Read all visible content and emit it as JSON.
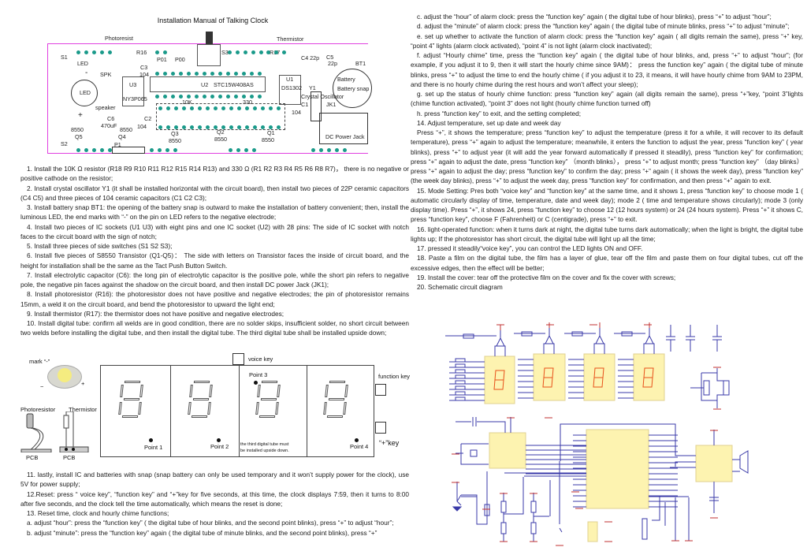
{
  "title": "Installation Manual of Talking Clock",
  "pcb": {
    "labels": {
      "photoresist": "Photoresist",
      "r16": "R16",
      "p01": "P01",
      "p00": "P00",
      "s3": "S3",
      "thermistor": "Thermistor",
      "r17": "R17",
      "c4": "C4 22p",
      "c5": "C5",
      "c5v": "22p",
      "bt1": "BT1",
      "s1": "S1",
      "led_small": "LED",
      "spk": "SPK",
      "c3": "C3",
      "c3v": "104",
      "u2": "U2",
      "u2_chip": "STC15W408AS",
      "u1": "U1",
      "u1_chip": "DS1302",
      "battery": "Battery",
      "battery_snap": "Battery snap",
      "led": "LED",
      "u3": "U3",
      "u3_chip": "NY3P065",
      "speaker": "speaker",
      "crystal": "Crystal Oscillator",
      "y1": "Y1",
      "r10k": "10K",
      "r330": "330",
      "c1": "C1",
      "c1v": "104",
      "jk1": "JK1",
      "c6": "C6",
      "c6v": "470uF",
      "c2": "C2",
      "c2v": "104",
      "q5t": "8550",
      "q5": "Q5",
      "s2": "S2",
      "q4t": "8550",
      "q4": "Q4",
      "q3": "Q3",
      "q3t": "8550",
      "q2": "Q2",
      "q2t": "8550",
      "q1": "Q1",
      "q1t": "8550",
      "dc_jack": "DC Power Jack",
      "p1": "P1",
      "minus": "-",
      "plus": "+"
    }
  },
  "left_steps": [
    "1. Install the 10K Ω resistor (R18 R9 R10 R11 R12 R15 R14 R13) and 330 Ω (R1 R2 R3 R4 R5 R6 R8 R7)， there is no negative or positive cathode on the resistor;",
    "2. Install crystal oscillator Y1 (it shall be installed horizontal with the circuit board), then install two pieces of 22P ceramic capacitors (C4 C5) and three pieces of 104 ceramic capacitors (C1 C2 C3);",
    "3. Install battery snap BT1: the opening of the battery snap is outward to make the installation of battery convenient; then, install the luminous LED, the end marks with “-” on the pin on LED refers to the negative electrode;",
    "4. Install two pieces of IC sockets (U1 U3) with eight pins and one IC socket (U2) with 28 pins: The side of IC socket with notch faces to the circuit board with the sign of notch;",
    "5. Install three pieces of side switches (S1 S2 S3);",
    "6. Install five pieces of S8550 Transistor   (Q1-Q5)： The side with letters on Transistor   faces the inside of circuit board, and the height for installation shall be the same as the Tact Push Button Switch.",
    "7. Install electrolytic capacitor (C6): the long pin of electrolytic capacitor is the positive pole, while the short pin refers to negative pole, the negative pin faces against the shadow on the circuit board, and then install DC power Jack (JK1);",
    "8. Install photoresistor (R16): the photoresistor does not have positive and negative electrodes; the pin of photoresistor remains 15mm, a weld it on the circuit board, and bend the photoresistor to upward the light end;",
    "9. Install thermistor (R17): the thermistor does not have positive and negative electrodes;",
    "10. Install digital   tube: confirm all welds are in good condition, there are no solder skips, insufficient solder, no short circuit between two welds before installing the digital   tube, and then install the digital   tube. The third digital   tube shall be installed upside down;"
  ],
  "diagram": {
    "mark": "mark “-”",
    "led_minus": "−",
    "led_plus": "+",
    "photoresistor": "Photoresistor",
    "thermistor": "Thermistor",
    "pcb1": "PCB",
    "pcb2": "PCB",
    "voice_key": "voice key",
    "function_key": "function key",
    "plus_key": "“+”key",
    "point1": "Point 1",
    "point2": "Point 2",
    "point3": "Point 3",
    "point4": "Point 4",
    "note_line1": "the third digital    tube must",
    "note_line2": "be installed upside down."
  },
  "left_bottom_steps": [
    "11. lastly, install IC and batteries with snap (snap battery can only be used temporary and it won’t supply power for the clock), use 5V for power supply;",
    "12.Reset: press “ voice key”, “function key” and “+”key for five seconds, at this time, the clock displays 7:59, then it turns to 8:00 after five seconds, and the clock tell the time automatically, which means the reset is done;",
    "13. Reset time, clock and hourly chime functions;",
    "a. adjust “hour”: press the “function key” ( the digital   tube of hour blinks, and the second point blinks), press “+” to adjust “hour”;",
    "b. adjust “minute”: press the “function key” again ( the digital   tube of minute blinks, and the second point blinks), press “+”"
  ],
  "right_steps": [
    "c. adjust the “hour” of alarm clock: press the “function key” again ( the digital   tube of hour blinks), press “+” to adjust “hour”;",
    "d.   adjust the “minute” of alarm clock: press the “function key” again ( the digital   tube of minute blinks, press “+” to adjust “minute”;",
    "e. set up whether to activate the function of alarm clock: press the “function key” again ( all digits remain the same), press “+” key, “point 4” lights (alarm clock activated), “point 4” is not light (alarm clock inactivated);",
    "f. adjust “Hourly chime” time, press the “function key” again ( the digital   tube of hour blinks, and, press “+” to adjust “hour”; (for example, if you adjust it to 9, then it will start the hourly chime since 9AM)： press the function key” again ( the digital   tube of minute blinks, press “+” to adjust   the time to end the hourly chime ( if you adjust it to 23, it means, it will have hourly chime from 9AM to 23PM, and there is no hourly chime during the rest hours and won’t affect your sleep);",
    "g. set up the status of hourly chime function: press “function key” again (all digits remain the same), press “+”key, “point 3”lights (chime function activated), “point 3” does not light (hourly chime function turned off)",
    "h. press “function key” to exit, and the setting completed;",
    "14. Adjust temperature, set up date and week day",
    "Press “+”, it shows the temperature; press “function key” to adjust the temperature (press it for a while, it will recover to its default temperature), press “+” again to adjust the temperature; meanwhile, it enters the function to adjust the year, press “function key” ( year blinks), press “+” to adjust year (it will add the year forward automatically if pressed it steadily), press “function key” for confirmation; press “+” again to adjust the date, press “function key”  （month blinks）， press “+” to adjust month; press “function key”  （day blinks） press “+” again to adjust the day; press “function key” to confirm the day; press “+” again ( it shows the week day), press “function key” (the week day blinks), press “+” to adjust the week day, press “function key” for confirmation, and then press “+” again to exit.",
    "15. Mode Setting: Pres both “voice key” and “function key” at the same time, and it shows 1, press “function key” to choose mode 1 ( automatic circularly display of time, temperature, date and week day); mode 2 ( time and temperature shows circularly); mode 3 (only display time). Press “+”, it shows 24, press “function key” to choose 12 (12 hours system) or 24 (24 hours system). Press “+” it shows C, press “function key”, choose F (Fahrenheit) or C (centigrade), press “+” to exit.",
    "16. light-operated function: when it turns dark at night, the digital   tube turns dark automatically; when the light is bright, the digital   tube lights up; If the photoresistor has short circuit, the digital   tube will light up all the time;",
    "17. pressed it steadily“voice key”, you can control the LED lights ON and OFF.",
    "18. Paste a film on the digital   tube, the film has a layer of glue, tear off the film and paste them on four digital   tubes, cut off the excessive edges, then the effect will be better;",
    "19. Install the cover: tear off the protective film on the cover and fix the cover with screws;",
    "20. Schematic circuit diagram"
  ],
  "colors": {
    "board_outline": "#e040e0",
    "pad": "#1a9a8a",
    "schematic_wire": "#3a3aa8",
    "schematic_part": "#fdf3b0",
    "segment": "#e8501a",
    "power": "#c03030"
  }
}
